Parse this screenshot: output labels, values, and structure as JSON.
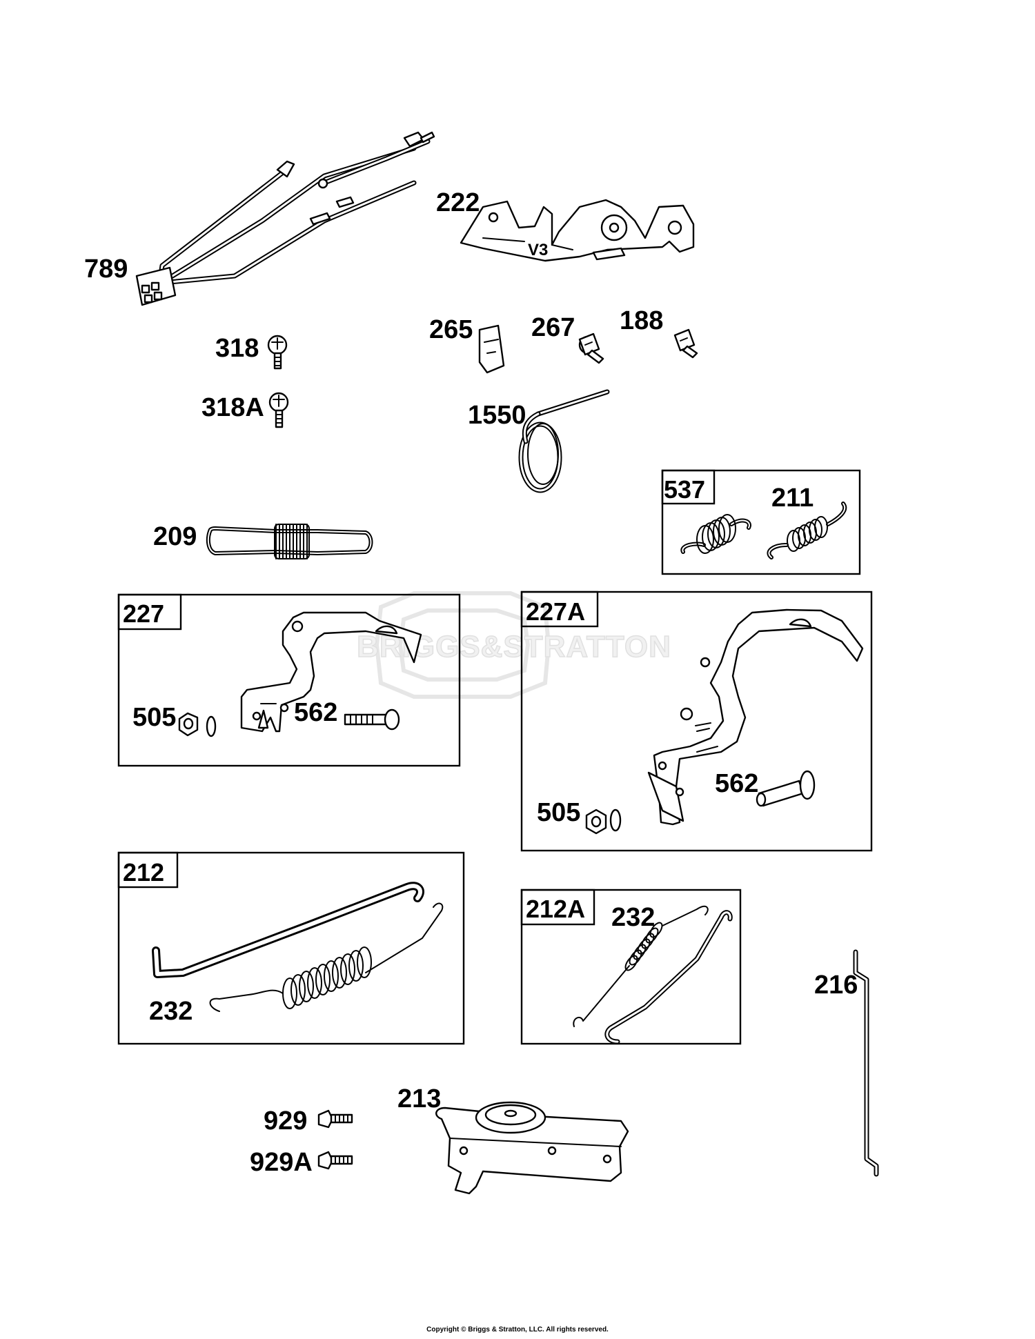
{
  "watermark": {
    "text": "BRIGGS&STRATTON"
  },
  "footer": {
    "copyright": "Copyright © Briggs & Stratton, LLC. All rights reserved."
  },
  "parts": {
    "p789": "789",
    "p222": "222",
    "p222_mark": "V3",
    "p318": "318",
    "p318A": "318A",
    "p265": "265",
    "p267": "267",
    "p188": "188",
    "p1550": "1550",
    "p209": "209",
    "p537": "537",
    "p211": "211",
    "p227": "227",
    "p227_505": "505",
    "p227_562": "562",
    "p227A": "227A",
    "p227A_505": "505",
    "p227A_562": "562",
    "p212": "212",
    "p212_232": "232",
    "p212A": "212A",
    "p212A_232": "232",
    "p216": "216",
    "p929": "929",
    "p929A": "929A",
    "p213": "213"
  }
}
